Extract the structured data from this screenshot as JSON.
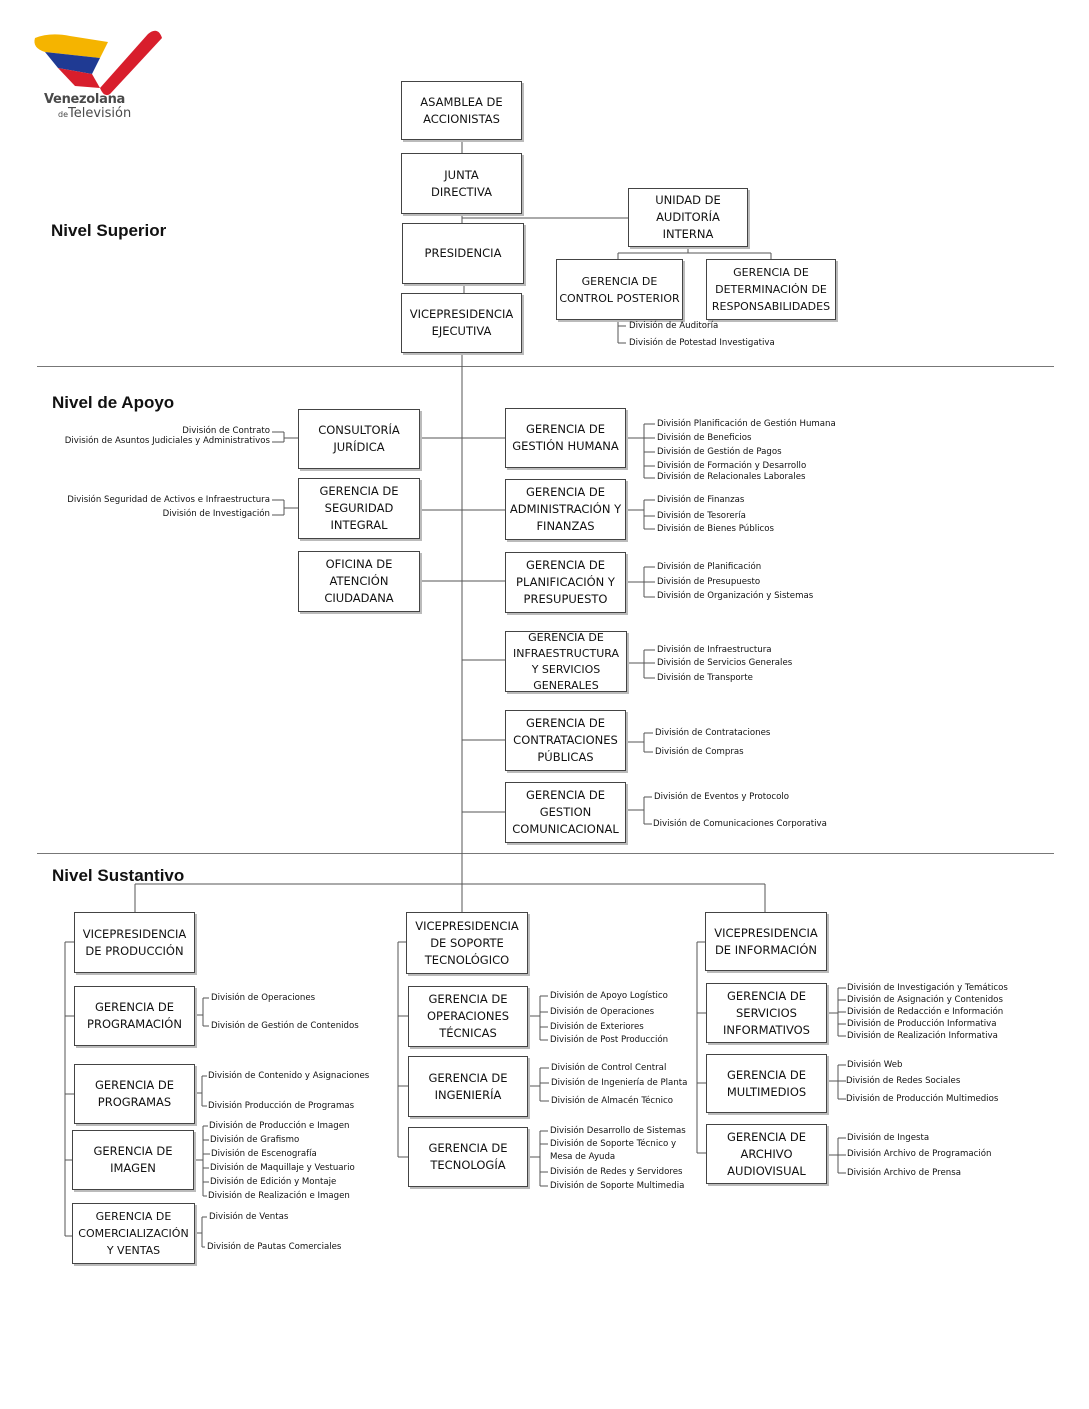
{
  "logo": {
    "line1": "Venezolana",
    "line2_small": "de",
    "line2": "Televisión"
  },
  "levels": {
    "superior": "Nivel Superior",
    "apoyo": "Nivel de Apoyo",
    "sustantivo": "Nivel Sustantivo"
  },
  "superior": {
    "asamblea": "ASAMBLEA DE\nACCIONISTAS",
    "junta": "JUNTA\nDIRECTIVA",
    "presidencia": "PRESIDENCIA",
    "vicepresidencia": "VICEPRESIDENCIA\nEJECUTIVA",
    "auditoria": "UNIDAD DE\nAUDITORÍA\nINTERNA",
    "control_posterior": "GERENCIA DE\nCONTROL POSTERIOR",
    "determinacion": "GERENCIA DE\nDETERMINACIÓN DE\nRESPONSABILIDADES",
    "divisions": [
      "División de Auditoría",
      "División de Potestad Investigativa"
    ]
  },
  "apoyo": {
    "consultoria": {
      "name": "CONSULTORÍA\nJURÍDICA",
      "divisions": [
        "División de Contrato",
        "División de Asuntos Judiciales y Administrativos"
      ]
    },
    "seguridad": {
      "name": "GERENCIA DE\nSEGURIDAD\nINTEGRAL",
      "divisions": [
        "División Seguridad de Activos e Infraestructura",
        "División de Investigación"
      ]
    },
    "oficina": {
      "name": "OFICINA DE\nATENCIÓN\nCIUDADANA"
    },
    "gestion_humana": {
      "name": "GERENCIA DE\nGESTIÓN HUMANA",
      "divisions": [
        "División Planificación de Gestión Humana",
        "División de Beneficios",
        "División de  Gestión de Pagos",
        "División de Formación y Desarrollo",
        "División de Relacionales Laborales"
      ]
    },
    "administracion": {
      "name": "GERENCIA DE\nADMINISTRACIÓN Y\nFINANZAS",
      "divisions": [
        "División de Finanzas",
        "División de Tesorería",
        "División de Bienes Públicos"
      ]
    },
    "planificacion": {
      "name": "GERENCIA DE\nPLANIFICACIÓN Y\nPRESUPUESTO",
      "divisions": [
        "División de Planificación",
        "División de Presupuesto",
        "División de Organización y Sistemas"
      ]
    },
    "infraestructura": {
      "name": "GERENCIA DE\nINFRAESTRUCTURA\nY SERVICIOS\nGENERALES",
      "divisions": [
        "División de Infraestructura",
        "División de Servicios Generales",
        "División de Transporte"
      ]
    },
    "contrataciones": {
      "name": "GERENCIA DE\nCONTRATACIONES\nPÚBLICAS",
      "divisions": [
        "División de Contrataciones",
        "División de Compras"
      ]
    },
    "comunicacional": {
      "name": "GERENCIA DE\nGESTION\nCOMUNICACIONAL",
      "divisions": [
        "División de Eventos y Protocolo",
        "División de Comunicaciones Corporativa"
      ]
    }
  },
  "sustantivo": {
    "produccion": {
      "name": "VICEPRESIDENCIA\nDE  PRODUCCIÓN",
      "programacion": {
        "name": "GERENCIA DE\nPROGRAMACIÓN",
        "divisions": [
          "División de Operaciones",
          "División de Gestión de Contenidos"
        ]
      },
      "programas": {
        "name": "GERENCIA DE\nPROGRAMAS",
        "divisions": [
          "División de Contenido y Asignaciones",
          "División Producción de Programas"
        ]
      },
      "imagen": {
        "name": "GERENCIA DE\nIMAGEN",
        "divisions": [
          "División de Producción e Imagen",
          "División de Grafismo",
          "División de Escenografía",
          "División de Maquillaje y Vestuario",
          "División de Edición y Montaje",
          "División de Realización e Imagen"
        ]
      },
      "comercializacion": {
        "name": "GERENCIA DE\nCOMERCIALIZACIÓN\nY VENTAS",
        "divisions": [
          "División de Ventas",
          "División de Pautas Comerciales"
        ]
      }
    },
    "soporte": {
      "name": "VICEPRESIDENCIA\nDE SOPORTE\nTECNOLÓGICO",
      "operaciones": {
        "name": "GERENCIA DE\nOPERACIONES\nTÉCNICAS",
        "divisions": [
          "División de Apoyo Logístico",
          "División de Operaciones",
          "División de Exteriores",
          "División de Post Producción"
        ]
      },
      "ingenieria": {
        "name": "GERENCIA DE\nINGENIERÍA",
        "divisions": [
          "División de Control Central",
          "División de Ingeniería de Planta",
          "División de Almacén Técnico"
        ]
      },
      "tecnologia": {
        "name": "GERENCIA DE\nTECNOLOGÍA",
        "divisions": [
          "División Desarrollo de Sistemas",
          "División de Soporte Técnico y",
          "Mesa de Ayuda",
          "División de Redes y Servidores",
          "División de Soporte Multimedia"
        ]
      }
    },
    "informacion": {
      "name": "VICEPRESIDENCIA\nDE INFORMACIÓN",
      "servicios": {
        "name": "GERENCIA DE\nSERVICIOS\nINFORMATIVOS",
        "divisions": [
          "División de Investigación y Temáticos",
          "División de Asignación y Contenidos",
          "División de Redacción e Información",
          "División de Producción  Informativa",
          "División de Realización Informativa"
        ]
      },
      "multimedios": {
        "name": "GERENCIA DE\nMULTIMEDIOS",
        "divisions": [
          "División Web",
          "División de Redes Sociales",
          "División de Producción Multimedios"
        ]
      },
      "archivo": {
        "name": "GERENCIA DE\nARCHIVO\nAUDIOVISUAL",
        "divisions": [
          "División de Ingesta",
          "División Archivo de Programación",
          "División Archivo de Prensa"
        ]
      }
    }
  }
}
